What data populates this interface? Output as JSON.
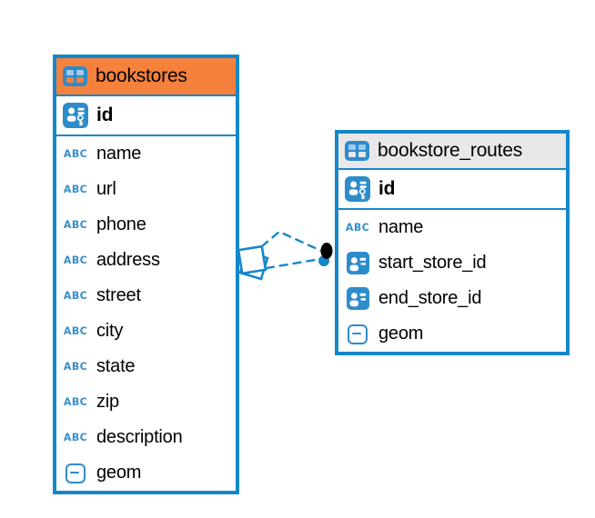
{
  "colors": {
    "blue-border": "#1587c9",
    "blue-icon": "#2e8ccb",
    "abc-blue": "#3a8fca",
    "orange-header": "#f5813d",
    "gray-header": "#e8e8e8",
    "text": "#000000",
    "dot-black": "#000000",
    "canvas-bg": "#ffffff"
  },
  "icons": {
    "abc_label": "ABC"
  },
  "tables": [
    {
      "name": "bookstores",
      "header_style": "orange",
      "columns": [
        {
          "name": "id",
          "type": "primary-key"
        },
        {
          "name": "name",
          "type": "text"
        },
        {
          "name": "url",
          "type": "text"
        },
        {
          "name": "phone",
          "type": "text"
        },
        {
          "name": "address",
          "type": "text"
        },
        {
          "name": "street",
          "type": "text"
        },
        {
          "name": "city",
          "type": "text"
        },
        {
          "name": "state",
          "type": "text"
        },
        {
          "name": "zip",
          "type": "text"
        },
        {
          "name": "description",
          "type": "text"
        },
        {
          "name": "geom",
          "type": "geometry"
        }
      ]
    },
    {
      "name": "bookstore_routes",
      "header_style": "gray",
      "columns": [
        {
          "name": "id",
          "type": "primary-key"
        },
        {
          "name": "name",
          "type": "text"
        },
        {
          "name": "start_store_id",
          "type": "foreign-key"
        },
        {
          "name": "end_store_id",
          "type": "foreign-key"
        },
        {
          "name": "geom",
          "type": "geometry"
        }
      ]
    }
  ],
  "relation": {
    "from_table": "bookstore_routes",
    "to_table": "bookstores",
    "line_style": "dashed",
    "line_count": 2,
    "source_marker": "stacked-squares",
    "target_marker": "filled-dot"
  }
}
